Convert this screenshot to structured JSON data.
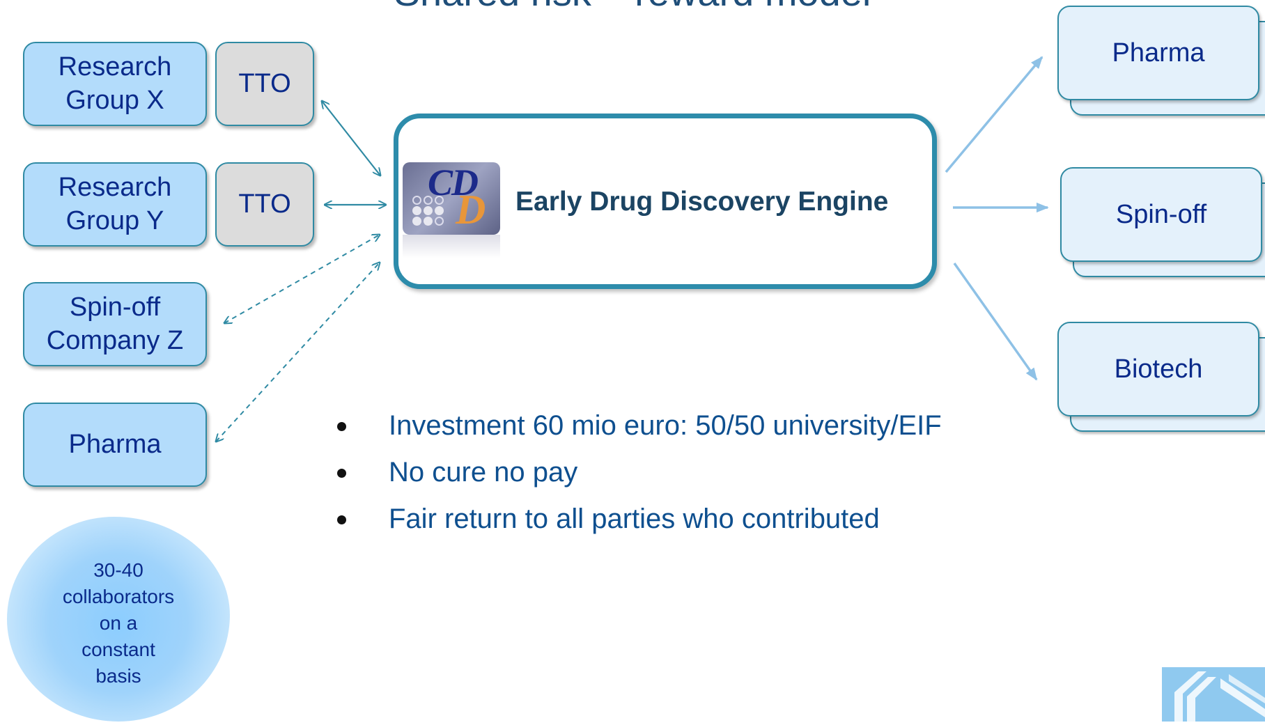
{
  "title": "Shared risk – reward model",
  "left": {
    "groups": [
      {
        "line1": "Research",
        "line2": "Group X"
      },
      {
        "line1": "Research",
        "line2": "Group Y"
      },
      {
        "line1": "Spin-off",
        "line2": "Company Z"
      },
      {
        "line1": "Pharma",
        "line2": ""
      }
    ],
    "tto_labels": [
      "TTO",
      "TTO"
    ]
  },
  "engine": {
    "label": "Early Drug Discovery Engine",
    "logo_text": "CD"
  },
  "right": {
    "outputs": [
      "Pharma",
      "Spin-off",
      "Biotech"
    ]
  },
  "bullets": [
    "Investment 60 mio euro: 50/50 university/EIF",
    "No cure no pay",
    "Fair return to all parties who contributed"
  ],
  "collaborators": {
    "lines": [
      "30-40",
      "collaborators",
      "on a",
      "constant",
      "basis"
    ]
  },
  "colors": {
    "left_box_fill": "#b3dcfb",
    "tto_fill": "#dcdcdc",
    "box_border": "#2f8aa3",
    "engine_border": "#2d8cab",
    "right_box_fill": "#e4f1fb",
    "arrow_teal": "#2f8aa3",
    "arrow_light": "#8ec1e6",
    "text_navy": "#0a2a8a"
  }
}
